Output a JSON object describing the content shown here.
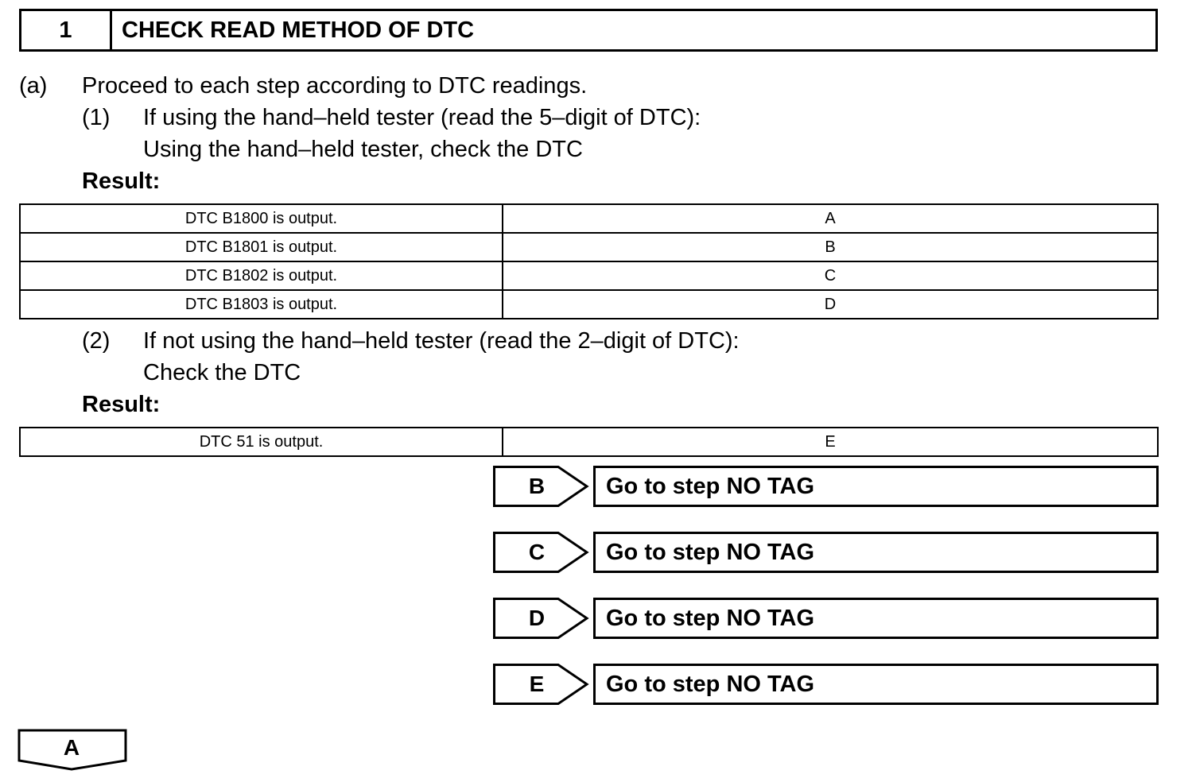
{
  "step": {
    "number": "1",
    "title": "CHECK READ METHOD OF DTC"
  },
  "instruction_a": {
    "marker": "(a)",
    "text": "Proceed to each step according to DTC readings."
  },
  "sub1": {
    "marker": "(1)",
    "line1": "If using the hand–held tester (read the 5–digit of DTC):",
    "line2": "Using the hand–held tester, check the DTC",
    "result_label": "Result:",
    "rows": [
      {
        "condition": "DTC B1800 is output.",
        "code": "A"
      },
      {
        "condition": "DTC B1801 is output.",
        "code": "B"
      },
      {
        "condition": "DTC B1802 is output.",
        "code": "C"
      },
      {
        "condition": "DTC B1803 is output.",
        "code": "D"
      }
    ]
  },
  "sub2": {
    "marker": "(2)",
    "line1": "If not using the hand–held tester (read the 2–digit of DTC):",
    "line2": "Check the DTC",
    "result_label": "Result:",
    "rows": [
      {
        "condition": "DTC 51 is output.",
        "code": "E"
      }
    ]
  },
  "branches": [
    {
      "tag": "B",
      "action": "Go to step NO TAG"
    },
    {
      "tag": "C",
      "action": "Go to step NO TAG"
    },
    {
      "tag": "D",
      "action": "Go to step NO TAG"
    },
    {
      "tag": "E",
      "action": "Go to step NO TAG"
    }
  ],
  "continue_tag": "A"
}
